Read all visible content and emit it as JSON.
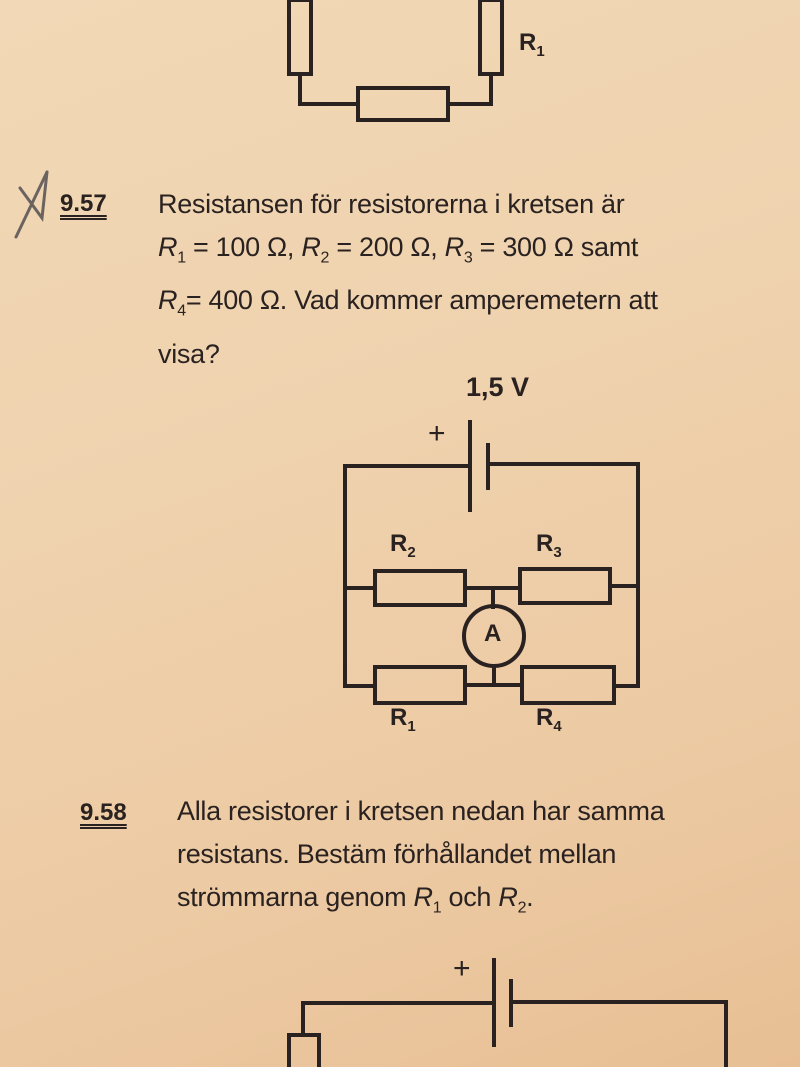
{
  "top_circuit": {
    "label_r1": "R",
    "label_r1_sub": "1"
  },
  "problem_957": {
    "number": "9.57",
    "handwritten_mark": "checkmark-scribble",
    "line1": "Resistansen för resistorerna i kretsen är",
    "r1_name": "R",
    "r1_sub": "1",
    "r1_val": " = 100 Ω, ",
    "r2_name": "R",
    "r2_sub": "2",
    "r2_val": " = 200 Ω, ",
    "r3_name": "R",
    "r3_sub": "3",
    "r3_val": " = 300 Ω samt",
    "r4_name": "R",
    "r4_sub": "4",
    "r4_val": "= 400 Ω. Vad kommer amperemetern att",
    "line4": "visa?",
    "circuit": {
      "voltage": "1,5 V",
      "plus": "+",
      "ammeter": "A",
      "labels": [
        {
          "name": "R",
          "sub": "2"
        },
        {
          "name": "R",
          "sub": "3"
        },
        {
          "name": "R",
          "sub": "1"
        },
        {
          "name": "R",
          "sub": "4"
        }
      ]
    }
  },
  "problem_958": {
    "number": "9.58",
    "line1": "Alla resistorer i kretsen nedan har samma",
    "line2": "resistans. Bestäm förhållandet mellan",
    "line3_pre": "strömmarna genom ",
    "r1_name": "R",
    "r1_sub": "1",
    "mid": " och ",
    "r2_name": "R",
    "r2_sub": "2",
    "end": ".",
    "circuit": {
      "plus": "+"
    }
  },
  "colors": {
    "paper": "#efd2ae",
    "ink": "#2a2220",
    "pencil": "#6b6360"
  }
}
